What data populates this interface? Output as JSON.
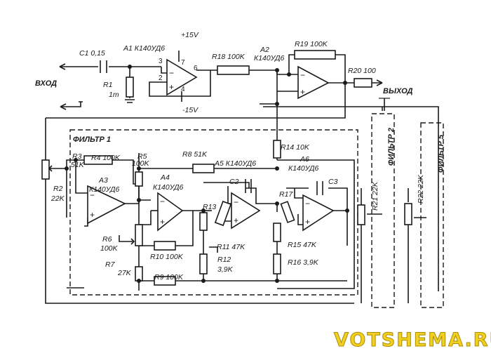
{
  "labels": {
    "c1": "C1 0,15",
    "a1": "A1 К140УД6",
    "plus15": "+15V",
    "minus15": "-15V",
    "pin3": "3",
    "pin2": "2",
    "pin7": "7",
    "pin6": "6",
    "pin4": "4",
    "r18": "R18 100K",
    "a2": "A2",
    "a2_type": "К140УД6",
    "r19": "R19 100K",
    "r20": "R20 100",
    "vhod": "ВХОД",
    "vyhod": "ВЫХОД",
    "r1": "R1",
    "r1_val": "1m",
    "filtr1": "ФИЛЬТР 1",
    "filtr2": "ФИЛЬТР 2",
    "filtr5": "ФИЛЬТР 5",
    "r3": "R3",
    "r3_val": "51K",
    "r4": "R4 100K",
    "r5": "R5",
    "r5_val": "100K",
    "r8": "R8 51K",
    "a5": "A5 К140УД6",
    "r14": "R14 10K",
    "a6": "A6",
    "a6_type": "К140УД6",
    "c2": "C2",
    "c3": "C3",
    "r17": "R17",
    "a3": "A3",
    "a3_type": "К140УД6",
    "a4": "A4",
    "a4_type": "К140УД6",
    "r2": "R2",
    "r2_val": "22K",
    "r13": "R13",
    "r11": "R11 47K",
    "r12": "R12",
    "r12_val": "3,9K",
    "r15": "R15 47K",
    "r16": "R16 3,9K",
    "r6": "R6",
    "r6_val": "100K",
    "r7": "R7",
    "r7_val": "27K",
    "r10": "R10 100K",
    "r9": "R9 100K",
    "r21": "R21 22K",
    "r22": "R22 22K"
  },
  "watermark": "VOTSHEMA.RU"
}
